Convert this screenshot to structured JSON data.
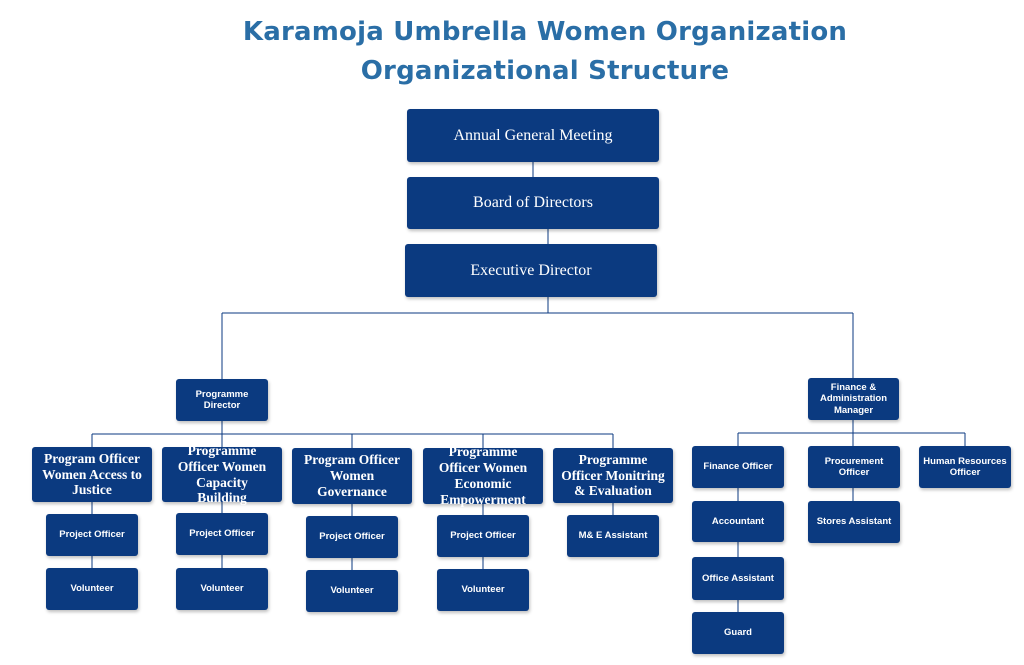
{
  "title": {
    "line1": "Karamoja Umbrella Women Organization",
    "line2": "Organizational Structure"
  },
  "colors": {
    "title": "#2a6ea6",
    "box": "#0b3a80",
    "text": "#ffffff",
    "line": "#0b3a80"
  },
  "top": {
    "agm": "Annual General Meeting",
    "board": "Board of Directors",
    "executive": "Executive Director"
  },
  "programme": {
    "director": "Programme Director",
    "officers": [
      {
        "title": "Program Officer Women Access  to Justice",
        "subs": [
          "Project Officer",
          "Volunteer"
        ]
      },
      {
        "title": "Programme Officer Women Capacity Building",
        "subs": [
          "Project Officer",
          "Volunteer"
        ]
      },
      {
        "title": "Program Officer Women Governance",
        "subs": [
          "Project Officer",
          "Volunteer"
        ]
      },
      {
        "title": "Programme Officer Women Economic Empowerment",
        "subs": [
          "Project Officer",
          "Volunteer"
        ]
      },
      {
        "title": "Programme Officer Monitring & Evaluation",
        "subs": [
          "M& E Assistant"
        ]
      }
    ]
  },
  "finance": {
    "manager": "Finance & Administration Manager",
    "officers": [
      {
        "title": "Finance Officer",
        "subs": [
          "Accountant",
          "Office Assistant",
          "Guard"
        ]
      },
      {
        "title": "Procurement Officer",
        "subs": [
          "Stores Assistant"
        ]
      },
      {
        "title": "Human Resources Officer",
        "subs": []
      }
    ]
  }
}
